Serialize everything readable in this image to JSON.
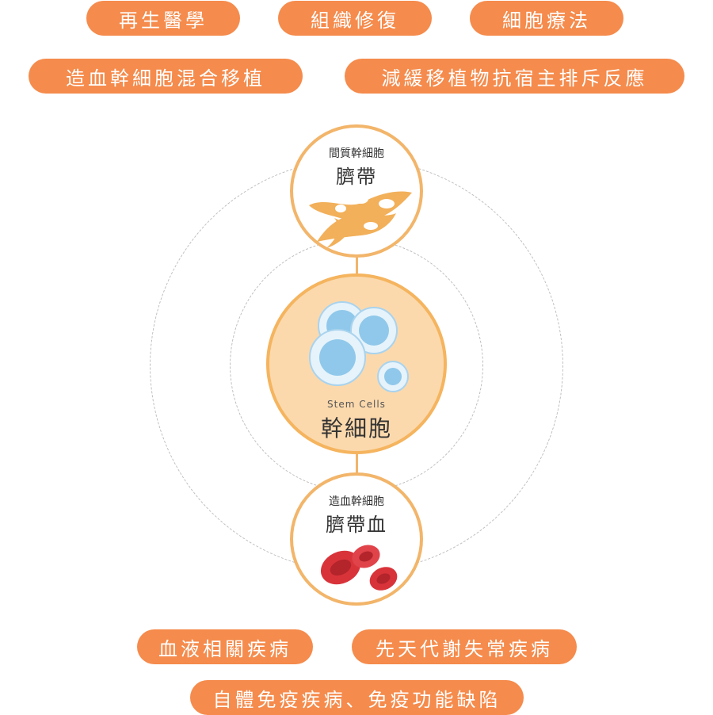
{
  "top_tags": {
    "row1": [
      "再生醫學",
      "組織修復",
      "細胞療法"
    ],
    "row2": [
      "造血幹細胞混合移植",
      "減緩移植物抗宿主排斥反應"
    ]
  },
  "bottom_tags": {
    "row1": [
      "血液相關疾病",
      "先天代謝失常疾病"
    ],
    "row2": [
      "自體免疫疾病、免疫功能缺陷"
    ]
  },
  "nodes": {
    "top": {
      "subtitle": "間質幹細胞",
      "title": "臍帶",
      "icon": "mesenchymal-cell-icon"
    },
    "center": {
      "subtitle": "Stem Cells",
      "title": "幹細胞",
      "icon": "stem-cells-icon"
    },
    "bottom": {
      "subtitle": "造血幹細胞",
      "title": "臍帶血",
      "icon": "red-blood-cells-icon"
    }
  },
  "colors": {
    "pill": "#f58b4c",
    "node_border": "#f2b56a",
    "center_fill": "#fbd9ad",
    "cell_blue": "#8fc8ea",
    "rbc_red": "#d9333a",
    "mesenchymal_orange": "#f2b05a"
  }
}
